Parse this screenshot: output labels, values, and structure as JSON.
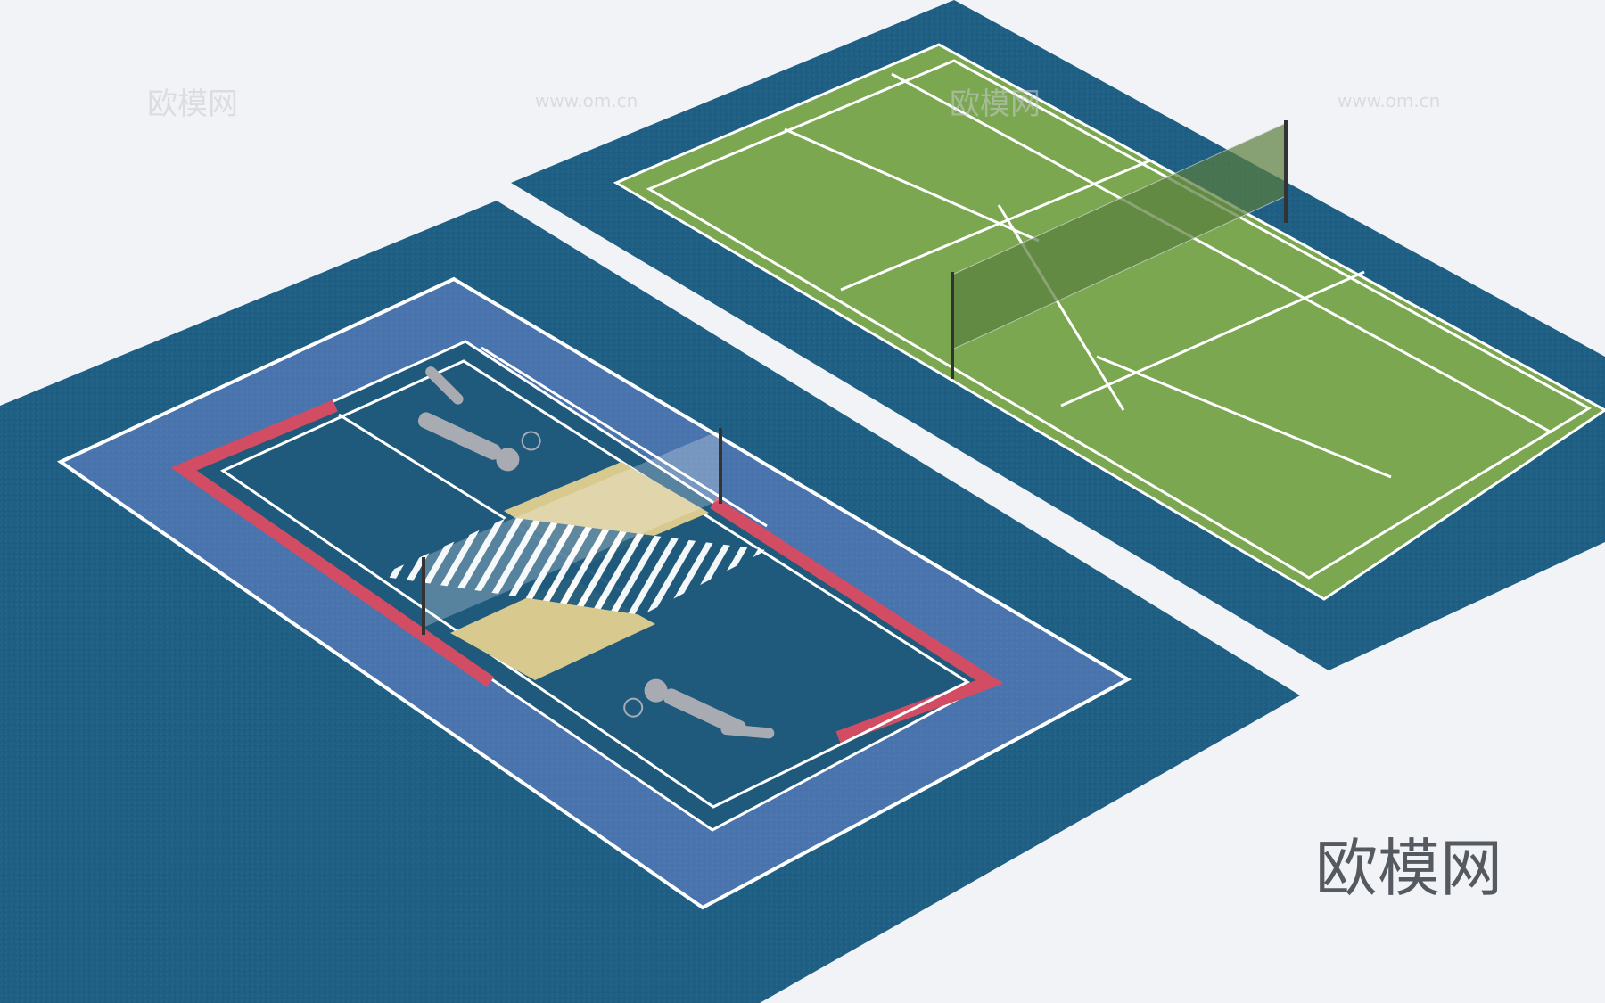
{
  "watermark": {
    "brand_text": "欧模网",
    "url_text": "www.om.cn",
    "tile_texts": [
      "欧模网",
      "www.om.cn",
      "欧模网",
      "www.om.cn"
    ]
  },
  "scene": {
    "background_color": "#f2f3f6",
    "surround_color": "#1f5f84",
    "left_court": {
      "inner_field_color": "#4a74ad",
      "court_color": "#1f5a7d",
      "boundary_line_color": "#ffffff",
      "red_band_color": "#d24d63",
      "yellow_zone_color": "#d8c98f",
      "icon_name": "badminton-player-icon",
      "icon_color": "#a8acb2",
      "net_pole_color": "#333333"
    },
    "right_court": {
      "court_color": "#7aa74f",
      "line_color": "#ffffff",
      "net_color": "#5a7e3e",
      "net_pole_color": "#333333"
    }
  }
}
